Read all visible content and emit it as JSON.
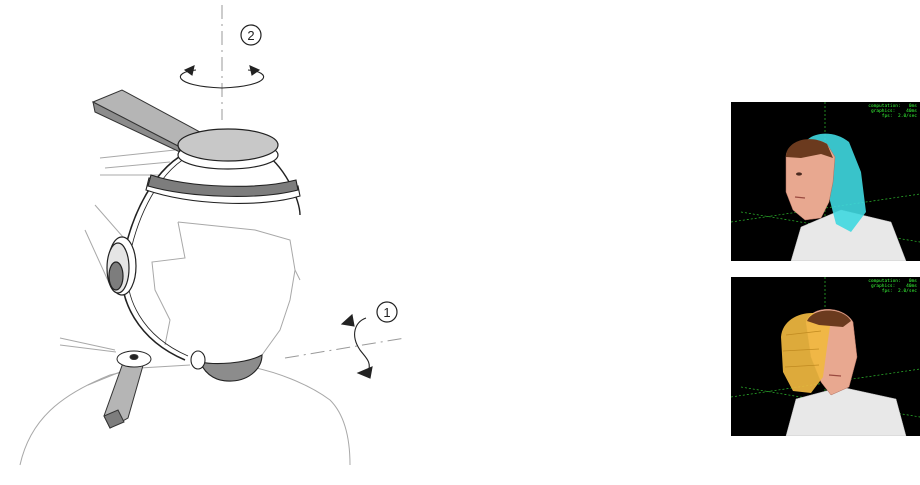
{
  "diagram": {
    "rotation_markers": [
      {
        "id": "1",
        "glyph": "①"
      },
      {
        "id": "2",
        "glyph": "②"
      }
    ]
  },
  "renders": [
    {
      "name": "cyan-overlay-render",
      "overlay_color": "#3fd8e0",
      "hud": [
        "computation:   0ms",
        "graphics:    40ms",
        "fps:  2.0/sec"
      ]
    },
    {
      "name": "yellow-overlay-render",
      "overlay_color": "#f0b840",
      "hud": [
        "computation:   0ms",
        "graphics:    40ms",
        "fps:  2.0/sec"
      ]
    }
  ],
  "colors": {
    "line": "#222222",
    "sketch": "#a8a8a8",
    "cap": "#c8c8c8",
    "band": "#808080",
    "hud": "#38ff38"
  }
}
